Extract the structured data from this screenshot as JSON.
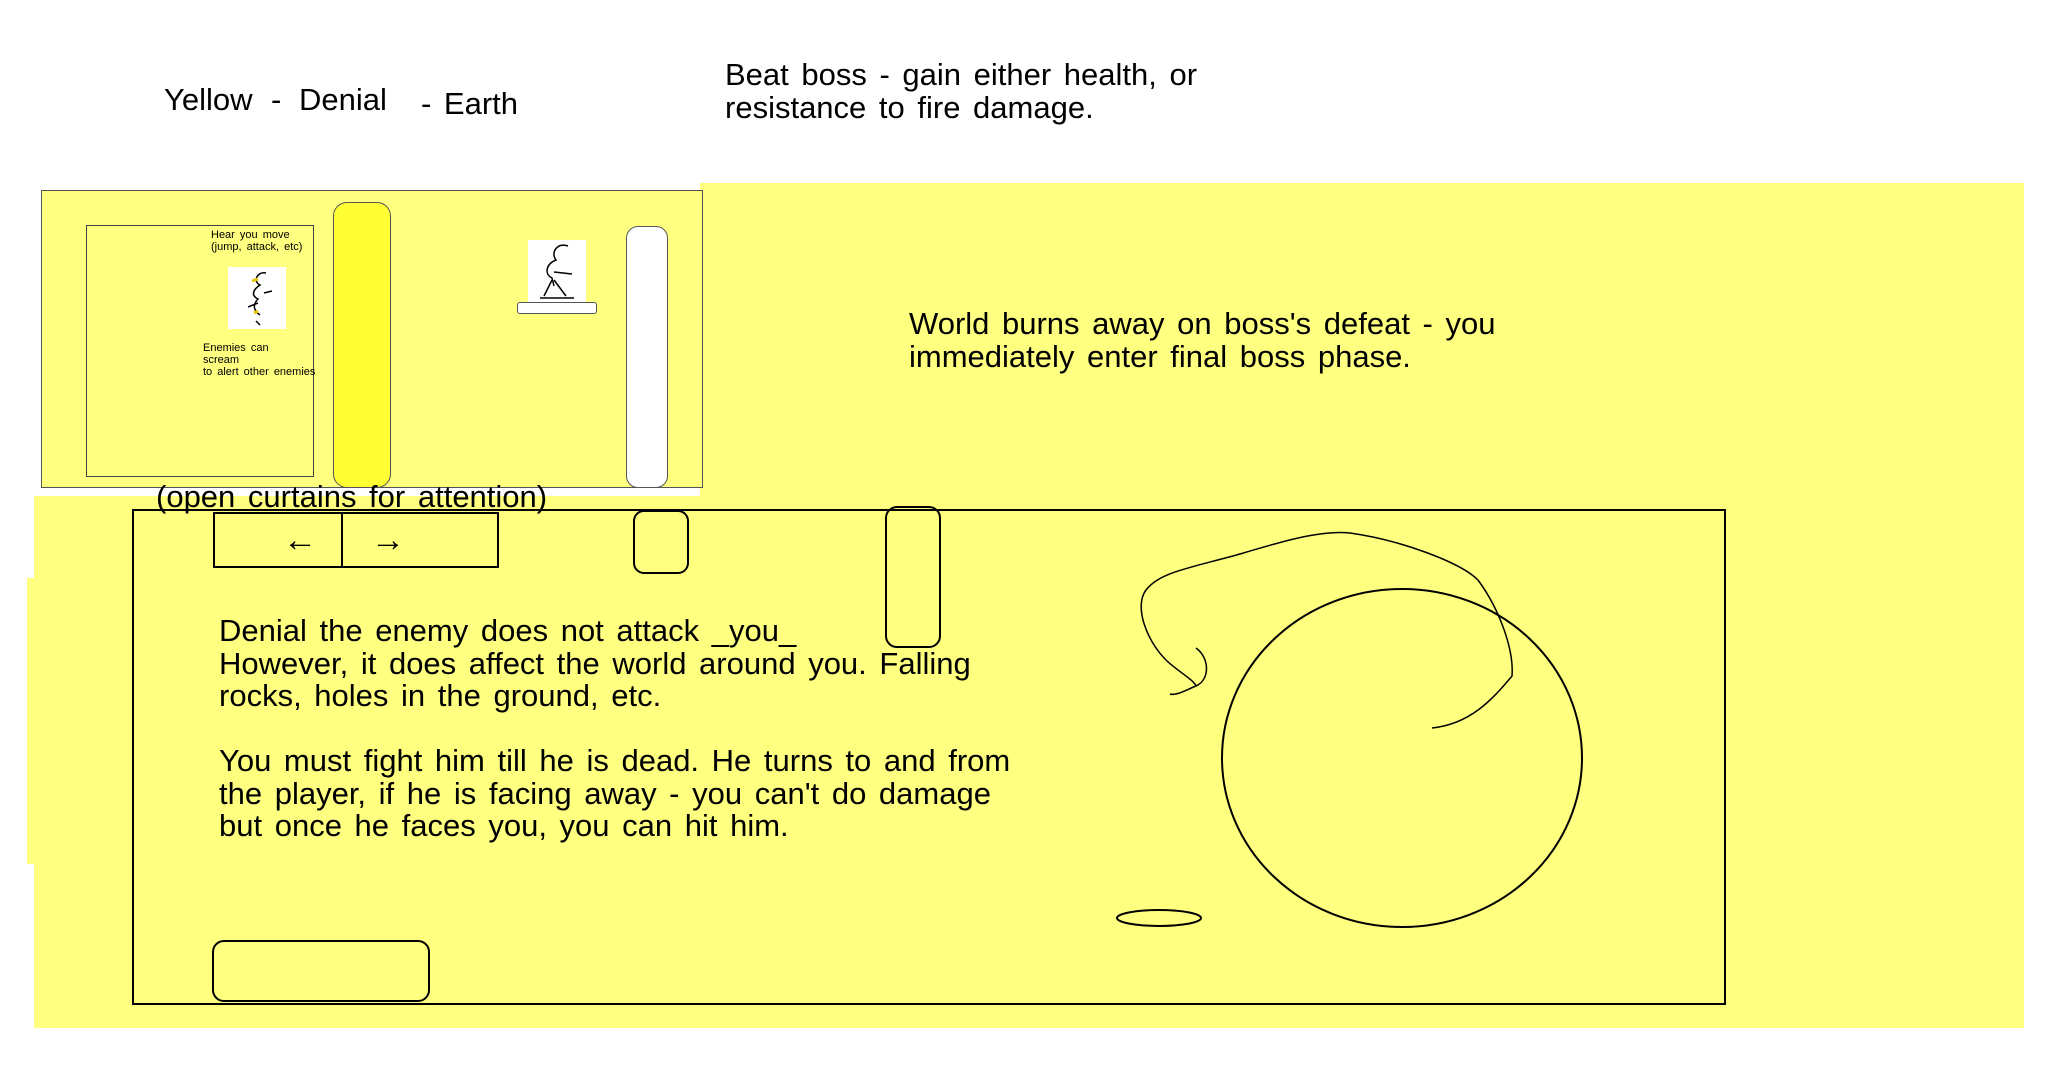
{
  "header": {
    "title_color": "Yellow",
    "separator_1": "-",
    "title_emotion": "Denial",
    "separator_2": "- Earth",
    "boss_reward": "Beat boss - gain either health, or\nresistance to fire damage."
  },
  "inset": {
    "hear_text": "Hear you move\n(jump, attack, etc)",
    "scream_text": "Enemies can\nscream\nto alert other enemies"
  },
  "world_text": "World burns away on boss's defeat - you\nimmediately enter final boss phase.",
  "curtains_text": "(open curtains for attention)",
  "nav": {
    "left_arrow": "←",
    "right_arrow": "→"
  },
  "description": "Denial the enemy does not attack _you_\nHowever, it does affect the world around you. Falling\nrocks, holes in the ground, etc.\n\nYou must fight him till he is dead. He turns to and from\nthe player, if he is facing away - you can't do damage\nbut once he faces you, you can hit him.",
  "colors": {
    "background_yellow": "#ffff80",
    "pillar_yellow": "#ffff33",
    "outline": "#000000"
  }
}
